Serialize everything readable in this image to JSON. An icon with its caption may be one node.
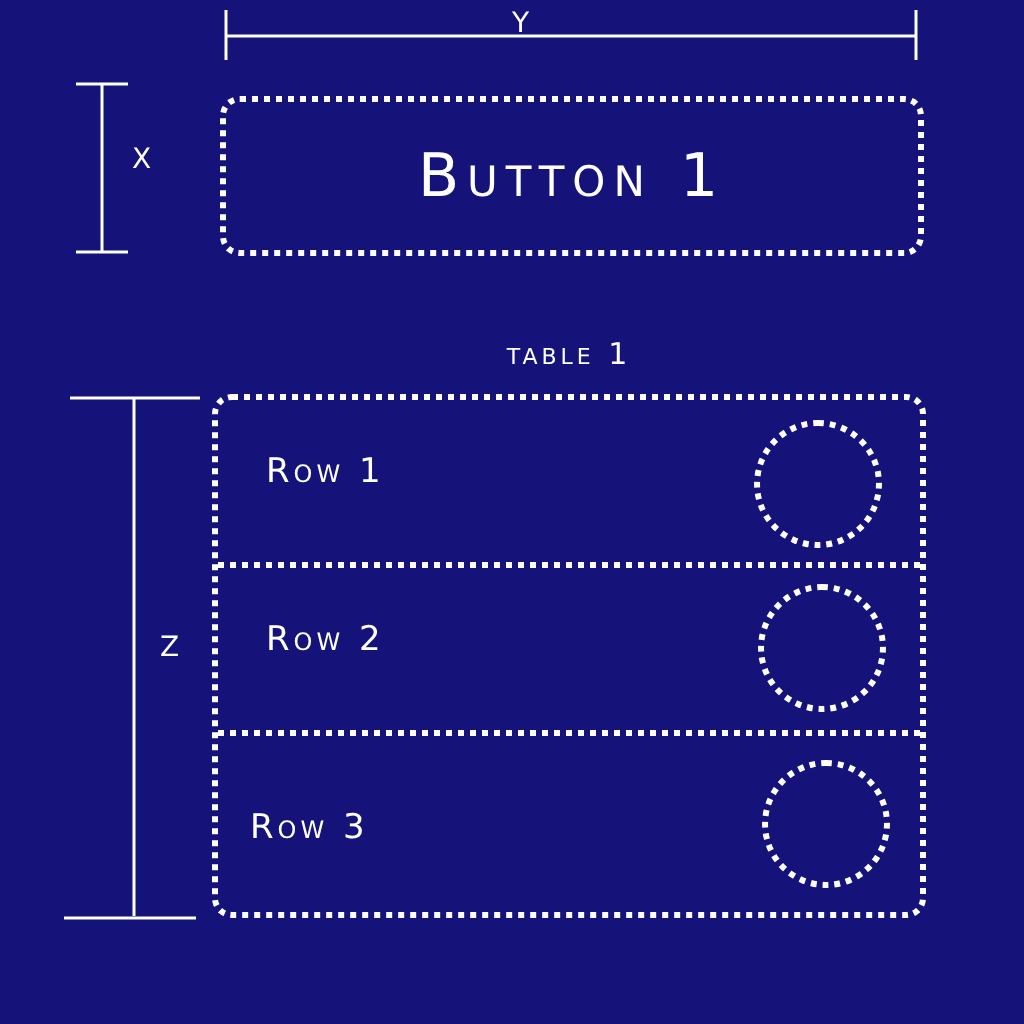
{
  "diagram": {
    "nodes": [
      {
        "text": [
          "Button 1"
        ]
      },
      {
        "text": [
          "table 1"
        ]
      },
      {
        "text": [
          "Row 1"
        ],
        "in": 1
      },
      {
        "text": [],
        "shape": "circle",
        "in": 2
      },
      {
        "text": [
          "Row 2"
        ],
        "in": 1
      },
      {
        "text": [],
        "shape": "circle",
        "in": 4
      },
      {
        "text": [
          "Row 3"
        ],
        "in": 1
      },
      {
        "text": [],
        "shape": "circle",
        "in": 6
      }
    ],
    "labels": [
      "Y",
      "X",
      "Z"
    ]
  }
}
